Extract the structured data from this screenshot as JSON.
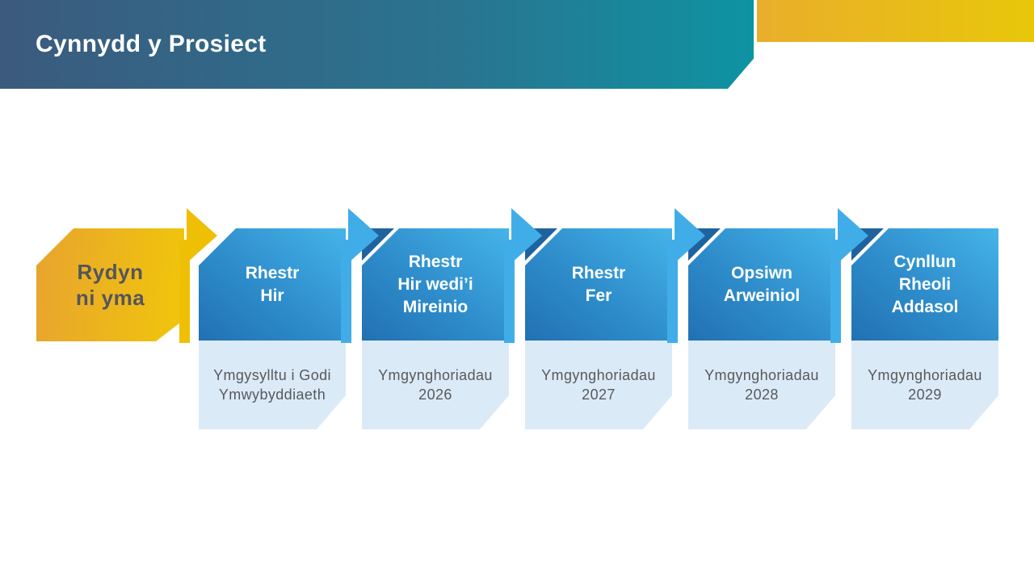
{
  "header": {
    "title": "Cynnydd y Prosiect"
  },
  "marker": {
    "label": "Rydyn\nni yma"
  },
  "stages": [
    {
      "title": "Rhestr\nHir",
      "subtitle": "Ymgysylltu i Godi\nYmwybyddiaeth"
    },
    {
      "title": "Rhestr\nHir wedi’i\nMireinio",
      "subtitle": "Ymgynghoriadau\n2026"
    },
    {
      "title": "Rhestr\nFer",
      "subtitle": "Ymgynghoriadau\n2027"
    },
    {
      "title": "Opsiwn\nArweiniol",
      "subtitle": "Ymgynghoriadau\n2028"
    },
    {
      "title": "Cynllun\nRheoli\nAddasol",
      "subtitle": "Ymgynghoriadau\n2029"
    }
  ],
  "icons": {
    "flow_arrow": "bent-right-arrow-icon"
  },
  "colors": {
    "header_gradient_left": "#3b5a7d",
    "header_gradient_right": "#0e93a2",
    "accent_bar_left": "#e9ae2b",
    "accent_bar_right": "#e8c70a",
    "marker_gradient_left": "#e8a42f",
    "marker_gradient_right": "#f0c60a",
    "marker_text": "#54555c",
    "card_gradient_dark": "#2171b3",
    "card_gradient_light": "#45b4ea",
    "card_fold": "#1f639e",
    "card_bottom_bg": "#dbeaf7",
    "card_title_text": "#ffffff",
    "card_subtitle_text": "#58595b",
    "arrow_blue": "#41ade8",
    "arrow_gold": "#efbf06"
  }
}
